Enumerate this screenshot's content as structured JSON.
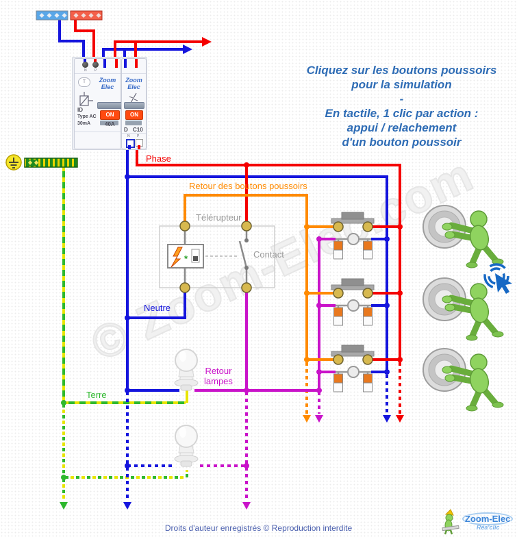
{
  "instructions": {
    "lines": [
      "Cliquez sur les boutons poussoirs",
      "pour la simulation",
      "-",
      "En tactile, 1 clic par action :",
      "appui / relachement",
      "d'un bouton poussoir"
    ]
  },
  "labels": {
    "phase": "Phase",
    "neutre": "Neutre",
    "terre": "Terre",
    "retour_boutons": "Retour des boutons poussoirs",
    "retour_lampes_line1": "Retour",
    "retour_lampes_line2": "lampes",
    "telerupteur": "Télérupteur",
    "contact": "Contact",
    "coil_symbol": "*"
  },
  "breakers": {
    "differential": {
      "test": "T",
      "brand_line1": "Zoom",
      "brand_line2": "Elec",
      "on": "ON",
      "model": "ID",
      "type": "Type AC",
      "sensitivity": "30mA",
      "rating": "40A",
      "top_n": "N",
      "top_p": "P"
    },
    "circuit": {
      "brand_line1": "Zoom",
      "brand_line2": "Elec",
      "on": "ON",
      "curve": "D",
      "rating": "C10",
      "bottom_n": "N",
      "bottom_p": "P"
    }
  },
  "watermark": "© Zoom-Elec.com",
  "footer": "Droits d'auteur enregistrés © Reproduction interdite",
  "logo": {
    "name": "Zoom-Elec",
    "tagline": "Réa'clic"
  },
  "colors": {
    "phase": "#f40000",
    "neutre": "#1515dd",
    "terre_green": "#2eb82e",
    "terre_yellow": "#e8e500",
    "retour_boutons": "#ff8a00",
    "retour_lampes": "#c913c9",
    "device_label": "#9a9a9a",
    "instruction_text": "#2e6cb5",
    "footer_text": "#4a5fae",
    "on_button": "#ff4a10",
    "terminal_gold": "#d7b94f"
  },
  "icons": {
    "earth-ground-icon": "⏚",
    "lightning-bolt-icon": "zigzag-bolt",
    "tap-click-icon": "pointer-with-arcs",
    "continuation-arrow": "▼",
    "indicator-lamp-icon": "○",
    "person-pressing-button": "green-3d-figure",
    "light-bulb": "bulb-with-socket"
  }
}
